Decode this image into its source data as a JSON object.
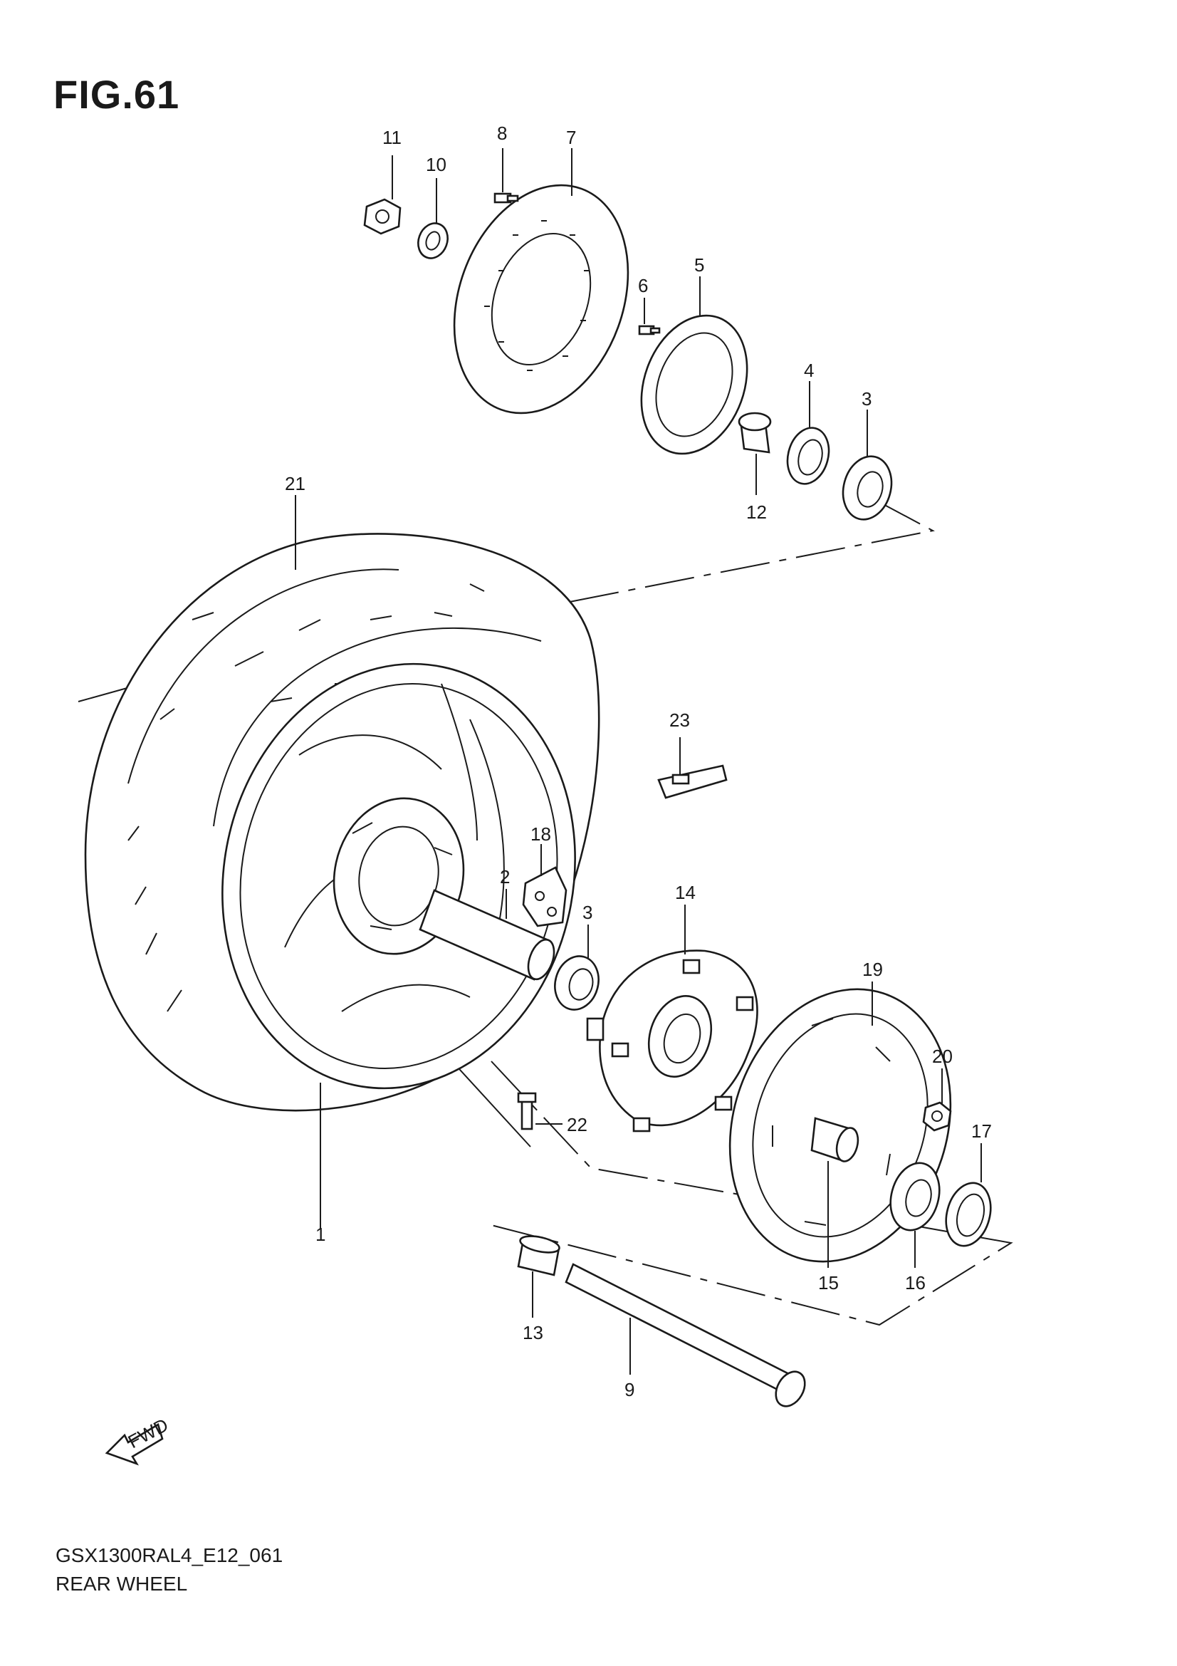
{
  "figure": {
    "title": "FIG.61"
  },
  "footer": {
    "code": "GSX1300RAL4_E12_061",
    "name": "REAR WHEEL"
  },
  "fwd_label": "FWD",
  "callouts": {
    "c1": "1",
    "c2": "2",
    "c3a": "3",
    "c3b": "3",
    "c4": "4",
    "c5": "5",
    "c6": "6",
    "c7": "7",
    "c8": "8",
    "c9": "9",
    "c10": "10",
    "c11": "11",
    "c12": "12",
    "c13": "13",
    "c14": "14",
    "c15": "15",
    "c16": "16",
    "c17": "17",
    "c18": "18",
    "c19": "19",
    "c20": "20",
    "c21": "21",
    "c22": "22",
    "c23": "23"
  }
}
